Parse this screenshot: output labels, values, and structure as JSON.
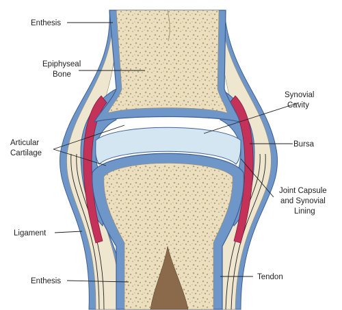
{
  "diagram": {
    "labels": {
      "enthesis_top": "Enthesis",
      "epiphyseal_bone_1": "Epiphyseal",
      "epiphyseal_bone_2": "Bone",
      "synovial_cavity_1": "Synovial",
      "synovial_cavity_2": "Cavity",
      "articular_cartilage_1": "Articular",
      "articular_cartilage_2": "Cartilage",
      "bursa": "Bursa",
      "joint_capsule_1": "Joint Capsule",
      "joint_capsule_2": "and Synovial",
      "joint_capsule_3": "Lining",
      "ligament": "Ligament",
      "enthesis_bottom": "Enthesis",
      "tendon": "Tendon"
    },
    "colors": {
      "bone": "#ecdfbf",
      "bone_speckle": "#b6a37f",
      "cartilage": "#6f96c8",
      "cartilage_edge": "#3e5f94",
      "synovial_fluid": "#d4e6f2",
      "ligament_red": "#c4325a",
      "tendon": "#efe6cf",
      "marrow": "#8a6a4a",
      "text": "#1f1f1f"
    }
  }
}
